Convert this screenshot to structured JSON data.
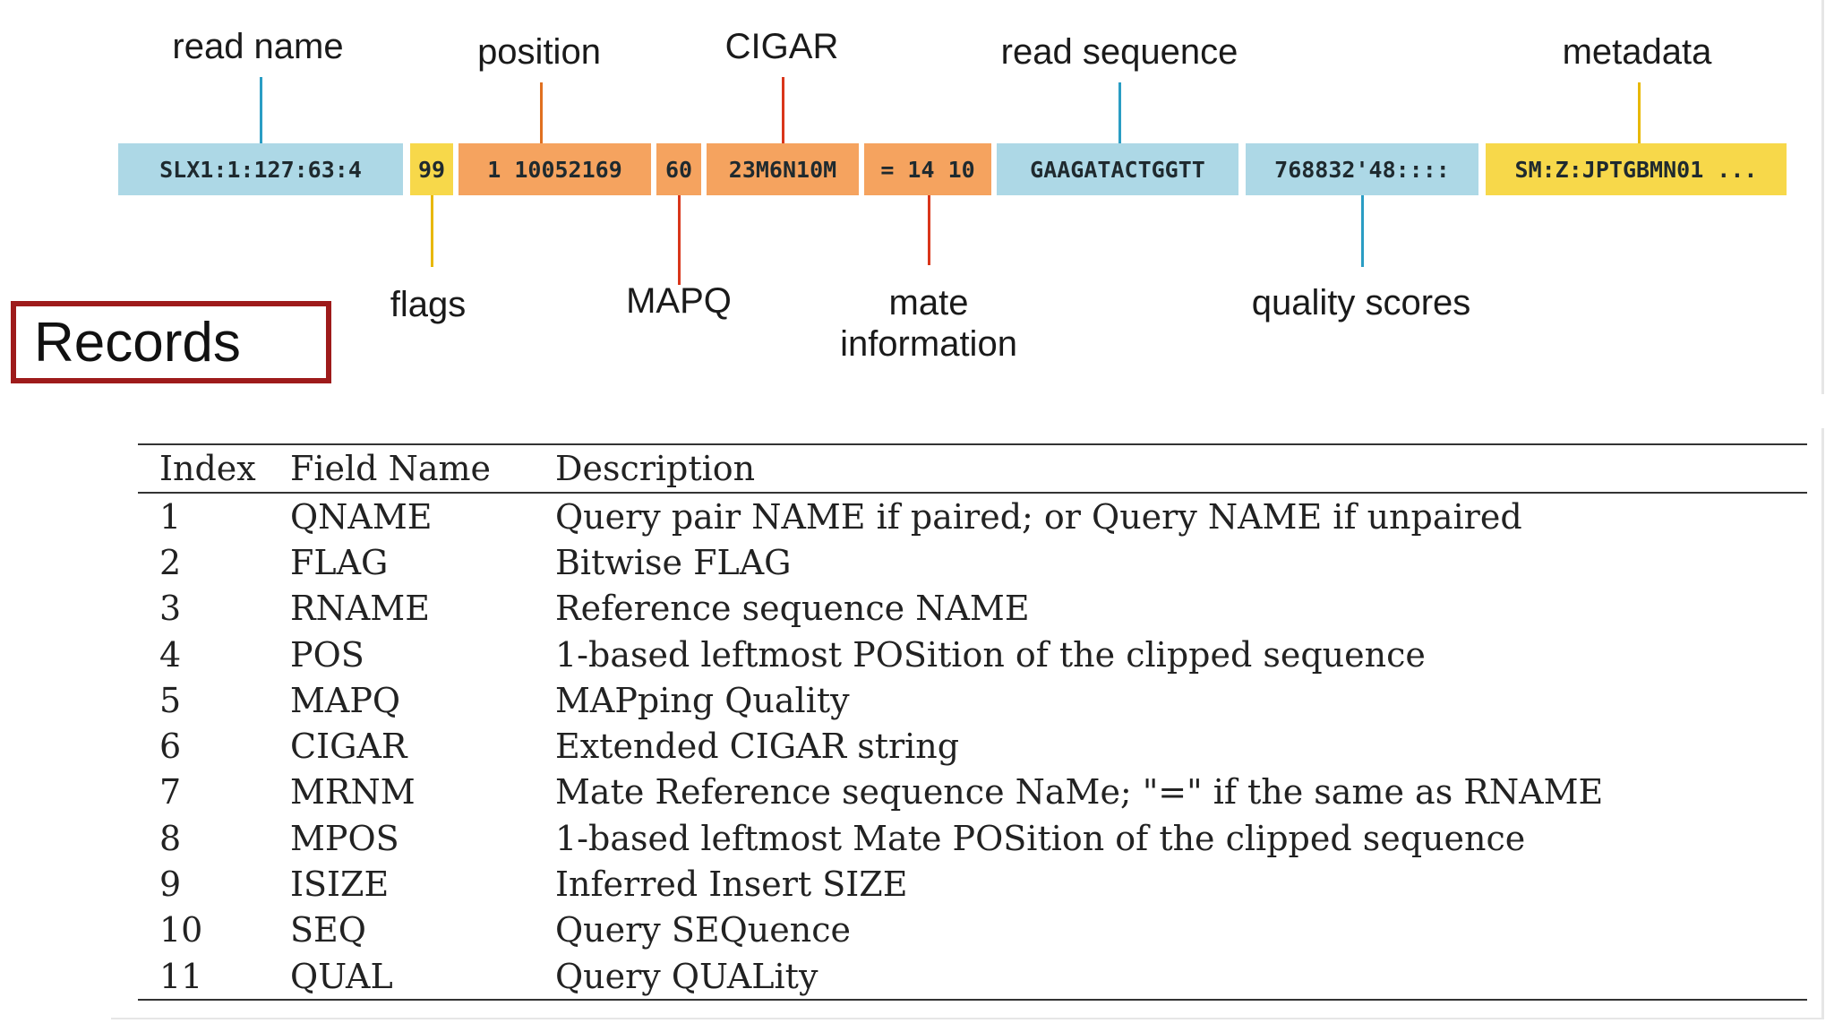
{
  "sam_record": {
    "fields": [
      {
        "key": "read_name",
        "text": "SLX1:1:127:63:4",
        "color": "#add8e6"
      },
      {
        "key": "flags",
        "text": "99",
        "color": "#f7d84a"
      },
      {
        "key": "position",
        "text": "1 10052169",
        "color": "#f5a35f"
      },
      {
        "key": "mapq",
        "text": "60",
        "color": "#f5a35f"
      },
      {
        "key": "cigar",
        "text": "23M6N10M",
        "color": "#f5a35f"
      },
      {
        "key": "mate",
        "text": "= 14 10",
        "color": "#f5a35f"
      },
      {
        "key": "sequence",
        "text": "GAAGATACTGGTT",
        "color": "#add8e6"
      },
      {
        "key": "quality",
        "text": "768832'48::::",
        "color": "#add8e6"
      },
      {
        "key": "metadata",
        "text": "SM:Z:JPTGBMN01 ...",
        "color": "#f7d84a"
      }
    ],
    "labels_top": {
      "read_name": "read name",
      "position": "position",
      "cigar": "CIGAR",
      "sequence": "read sequence",
      "metadata": "metadata"
    },
    "labels_bottom": {
      "flags": "flags",
      "mapq": "MAPQ",
      "mate_line1": "mate",
      "mate_line2": "information",
      "quality": "quality scores"
    },
    "leader_colors": {
      "blue": "#2a9dc4",
      "yellow": "#e8b800",
      "red": "#d9361b",
      "orange": "#e07020"
    }
  },
  "records_label": "Records",
  "fields_table": {
    "headers": [
      "Index",
      "Field Name",
      "Description"
    ],
    "rows": [
      [
        "1",
        "QNAME",
        "Query pair NAME if paired; or Query NAME if unpaired"
      ],
      [
        "2",
        "FLAG",
        "Bitwise FLAG"
      ],
      [
        "3",
        "RNAME",
        "Reference sequence NAME"
      ],
      [
        "4",
        "POS",
        "1-based leftmost POSition of the clipped sequence"
      ],
      [
        "5",
        "MAPQ",
        "MAPping Quality"
      ],
      [
        "6",
        "CIGAR",
        "Extended CIGAR string"
      ],
      [
        "7",
        "MRNM",
        "Mate Reference sequence NaMe; \"=\" if the same as RNAME"
      ],
      [
        "8",
        "MPOS",
        "1-based leftmost Mate POSition of the clipped sequence"
      ],
      [
        "9",
        "ISIZE",
        "Inferred Insert SIZE"
      ],
      [
        "10",
        "SEQ",
        "Query SEQuence"
      ],
      [
        "11",
        "QUAL",
        "Query QUALity"
      ]
    ]
  }
}
